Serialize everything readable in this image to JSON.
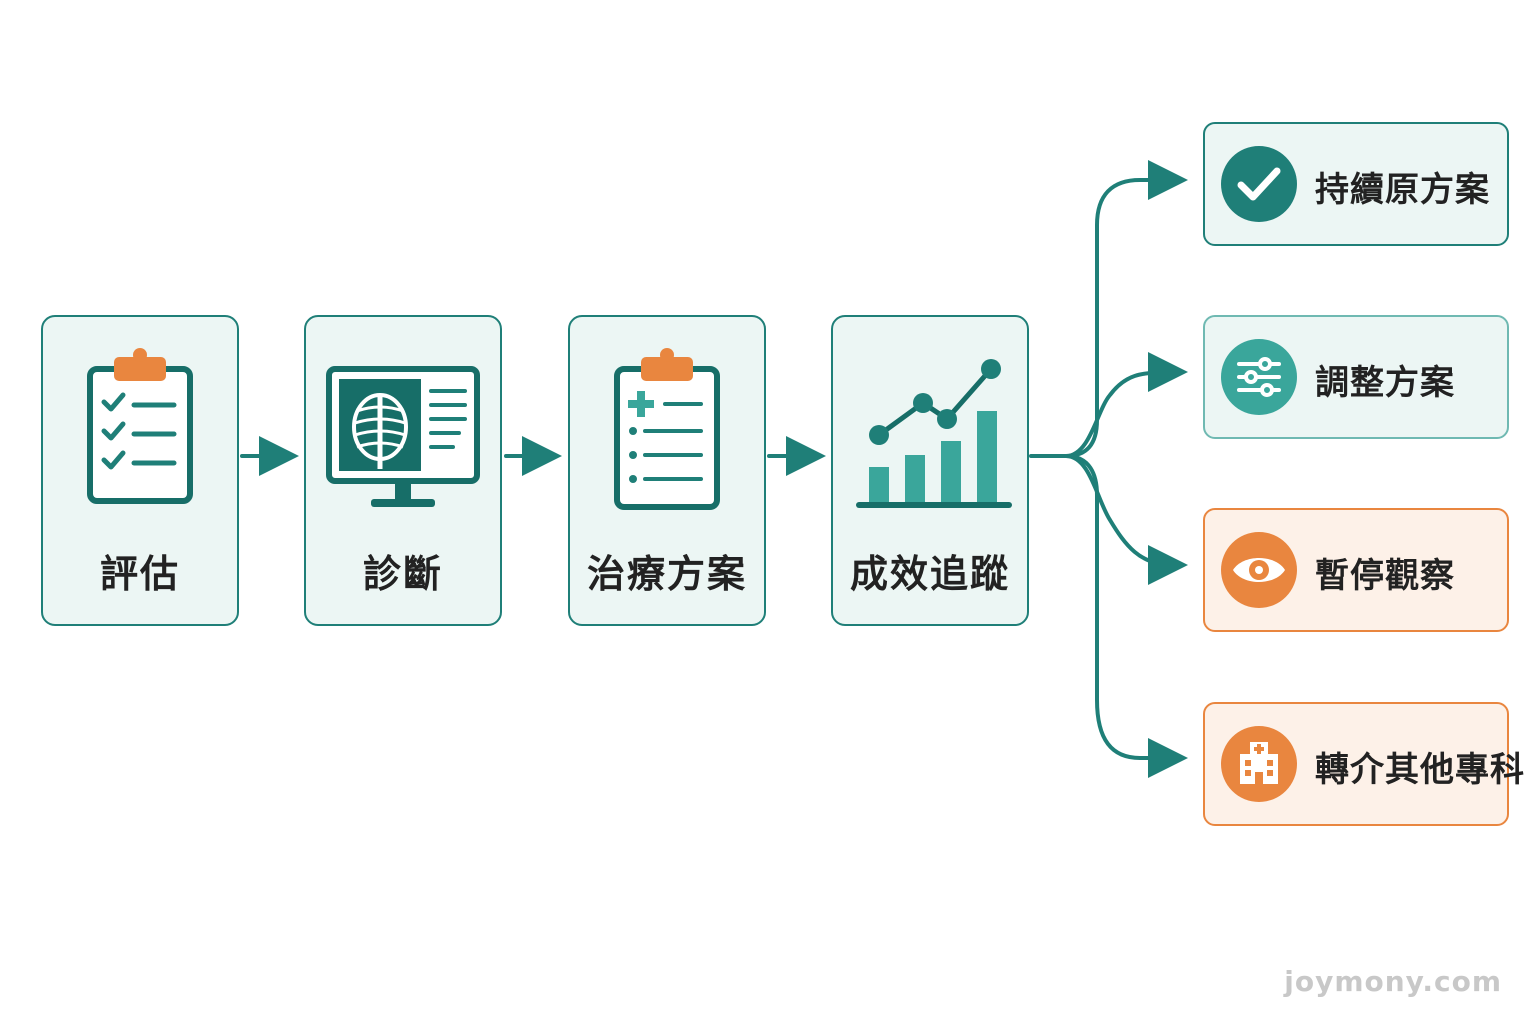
{
  "steps": [
    {
      "label": "評估",
      "icon": "clipboard-checklist-icon"
    },
    {
      "label": "診斷",
      "icon": "xray-monitor-icon"
    },
    {
      "label": "治療方案",
      "icon": "medical-plan-clipboard-icon"
    },
    {
      "label": "成效追蹤",
      "icon": "growth-chart-icon"
    }
  ],
  "outcomes": [
    {
      "label": "持續原方案",
      "icon": "checkmark-icon"
    },
    {
      "label": "調整方案",
      "icon": "sliders-icon"
    },
    {
      "label": "暫停觀察",
      "icon": "eye-icon"
    },
    {
      "label": "轉介其他專科",
      "icon": "hospital-icon"
    }
  ],
  "watermark": "joymony.com",
  "colors": {
    "teal": "#1f7f78",
    "teal_light": "#6fb9b2",
    "panel_fill": "#ecf6f4",
    "orange": "#e9863f",
    "orange_fill": "#fdf1e8"
  }
}
